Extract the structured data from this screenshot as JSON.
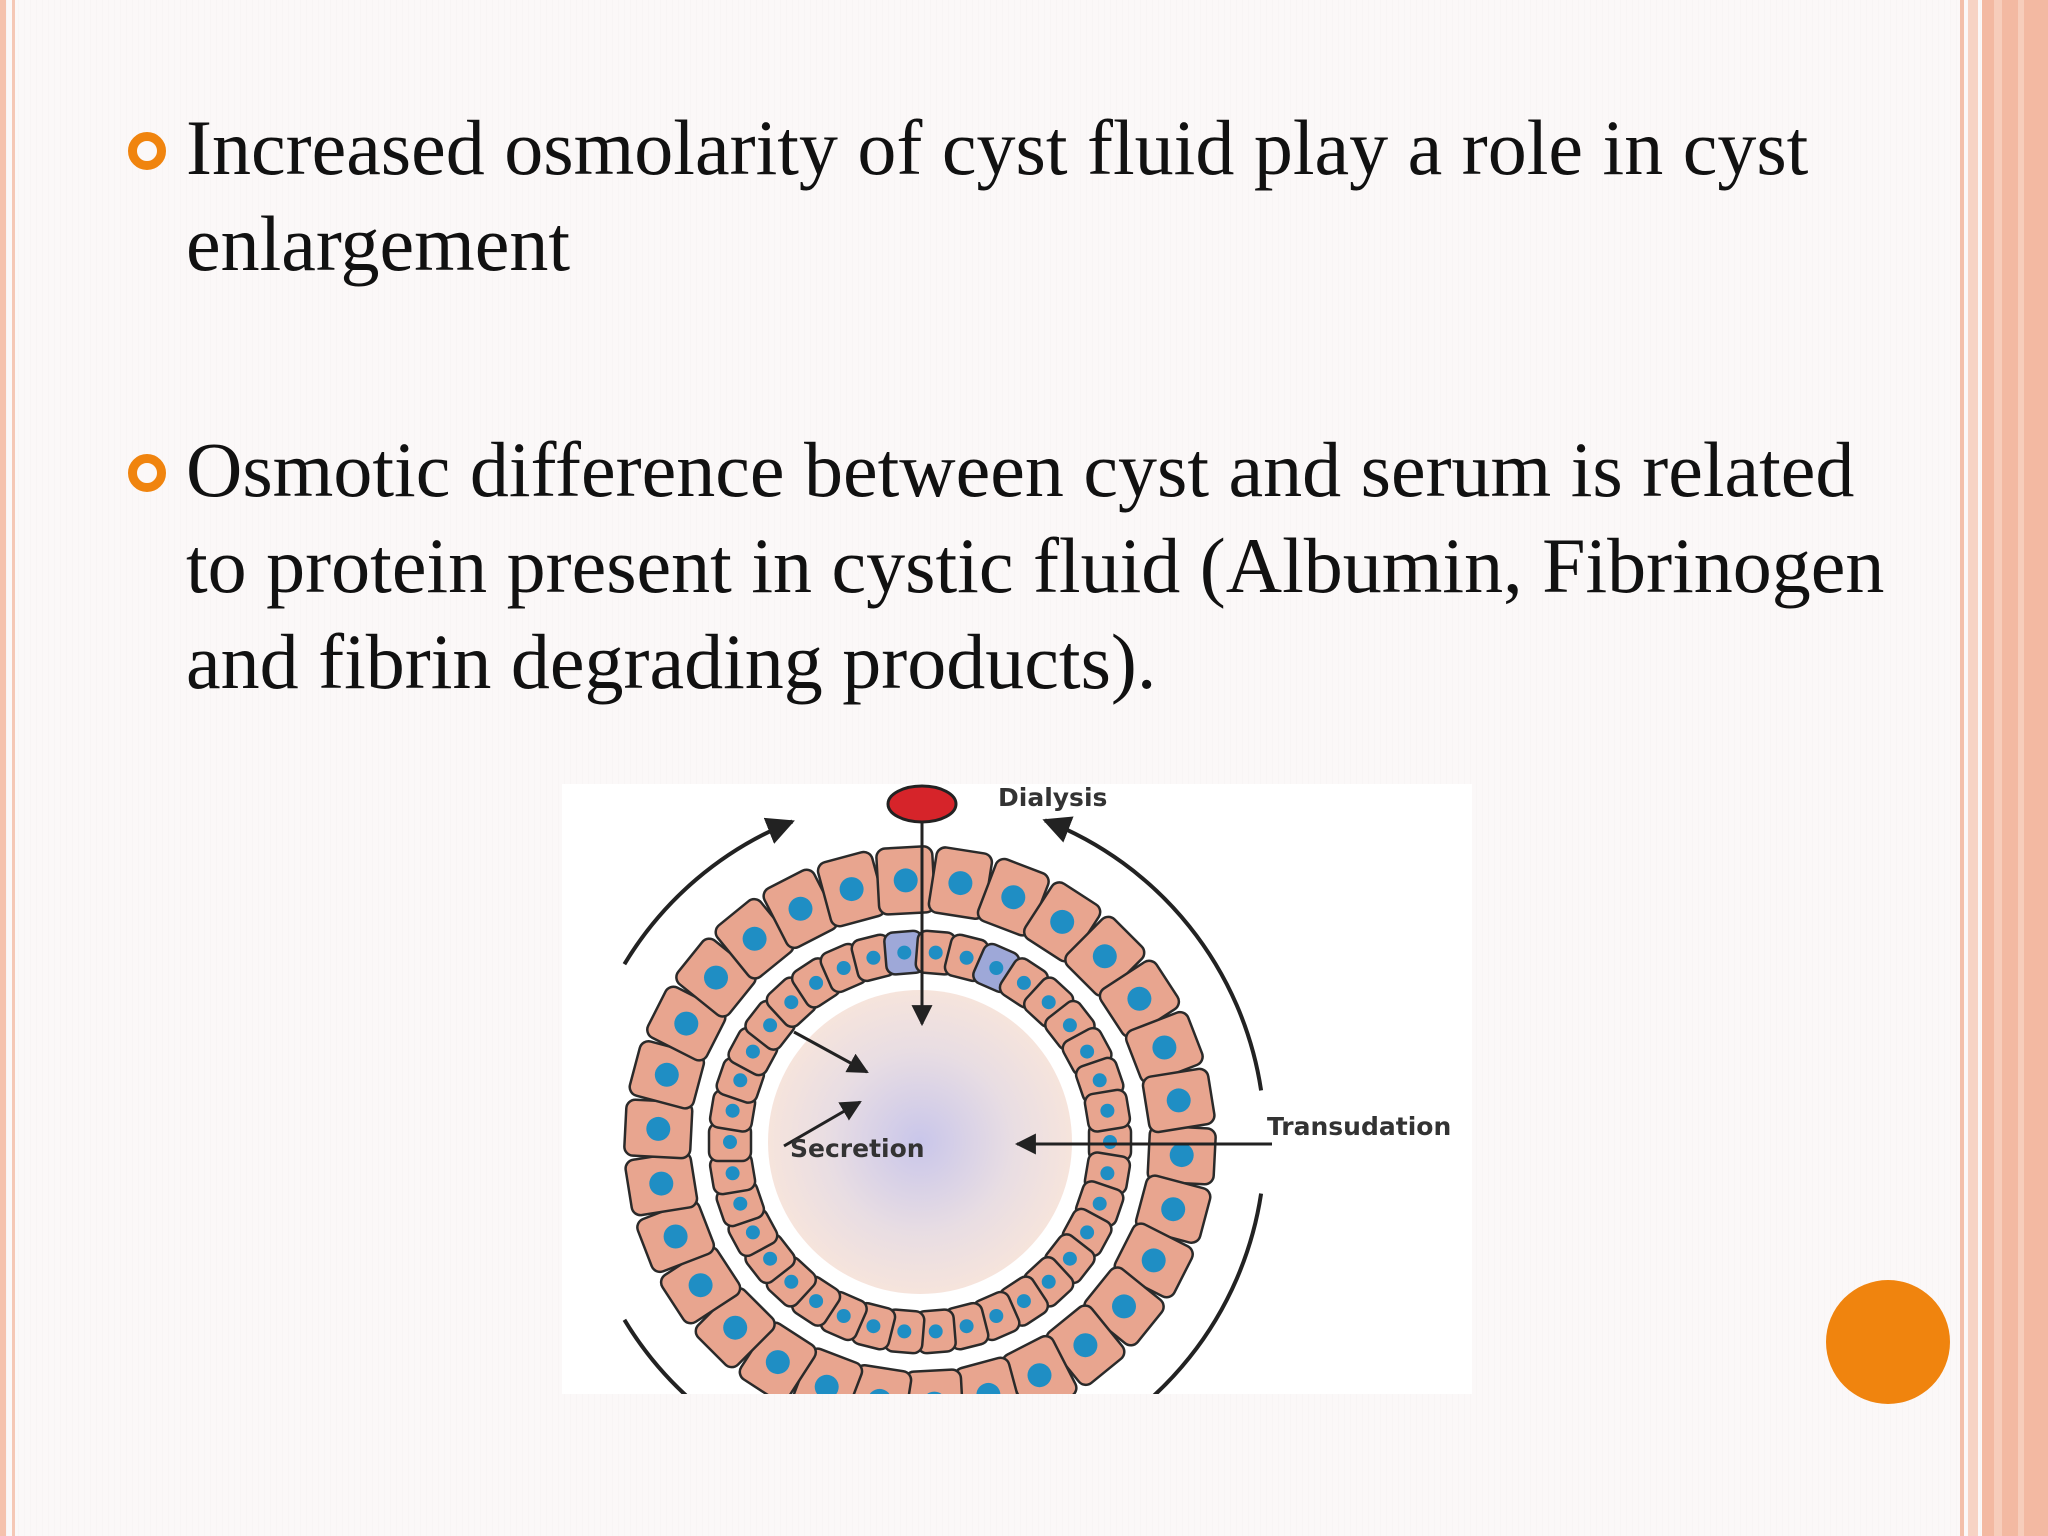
{
  "bullets": [
    "Increased osmolarity of cyst fluid play  a role in cyst enlargement",
    "Osmotic difference between cyst and serum is related to protein present in cystic fluid  (Albumin, Fibrinogen and fibrin degrading products)."
  ],
  "figure": {
    "labels": {
      "top": "Dialysis",
      "right": "Transudation",
      "left": "Secretion"
    }
  },
  "colors": {
    "accent": "#f0840e",
    "cell_fill": "#e8a58f",
    "nucleus": "#1f8ec4",
    "secreting_cell": "#9ea8d8",
    "blood_cell": "#d6242a"
  }
}
